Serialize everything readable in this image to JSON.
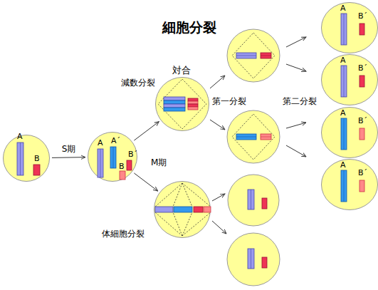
{
  "diagram": {
    "title": "細胞分裂",
    "nodes": [
      {
        "text": [
          "A",
          "B"
        ]
      },
      {
        "text": [
          "A",
          "A´",
          "B´",
          "B"
        ]
      },
      {
        "text": [
          "減数分裂",
          "対合"
        ]
      },
      {
        "text": [
          "体細胞分裂"
        ]
      },
      {
        "text": [
          "A",
          "B´"
        ]
      },
      {
        "text": [
          "A",
          "B´"
        ]
      },
      {
        "text": [
          "A",
          "B´"
        ]
      },
      {
        "text": [
          "A",
          "B´"
        ]
      }
    ],
    "edges": [
      {
        "from": 0,
        "to": 1,
        "label": "S期",
        "arrow": "to"
      },
      {
        "from": 1,
        "to": 2,
        "arrow": "to"
      },
      {
        "from": 1,
        "to": 3,
        "arrow": "to"
      }
    ],
    "labels": [
      "M期",
      "第一分裂",
      "第二分裂"
    ]
  }
}
